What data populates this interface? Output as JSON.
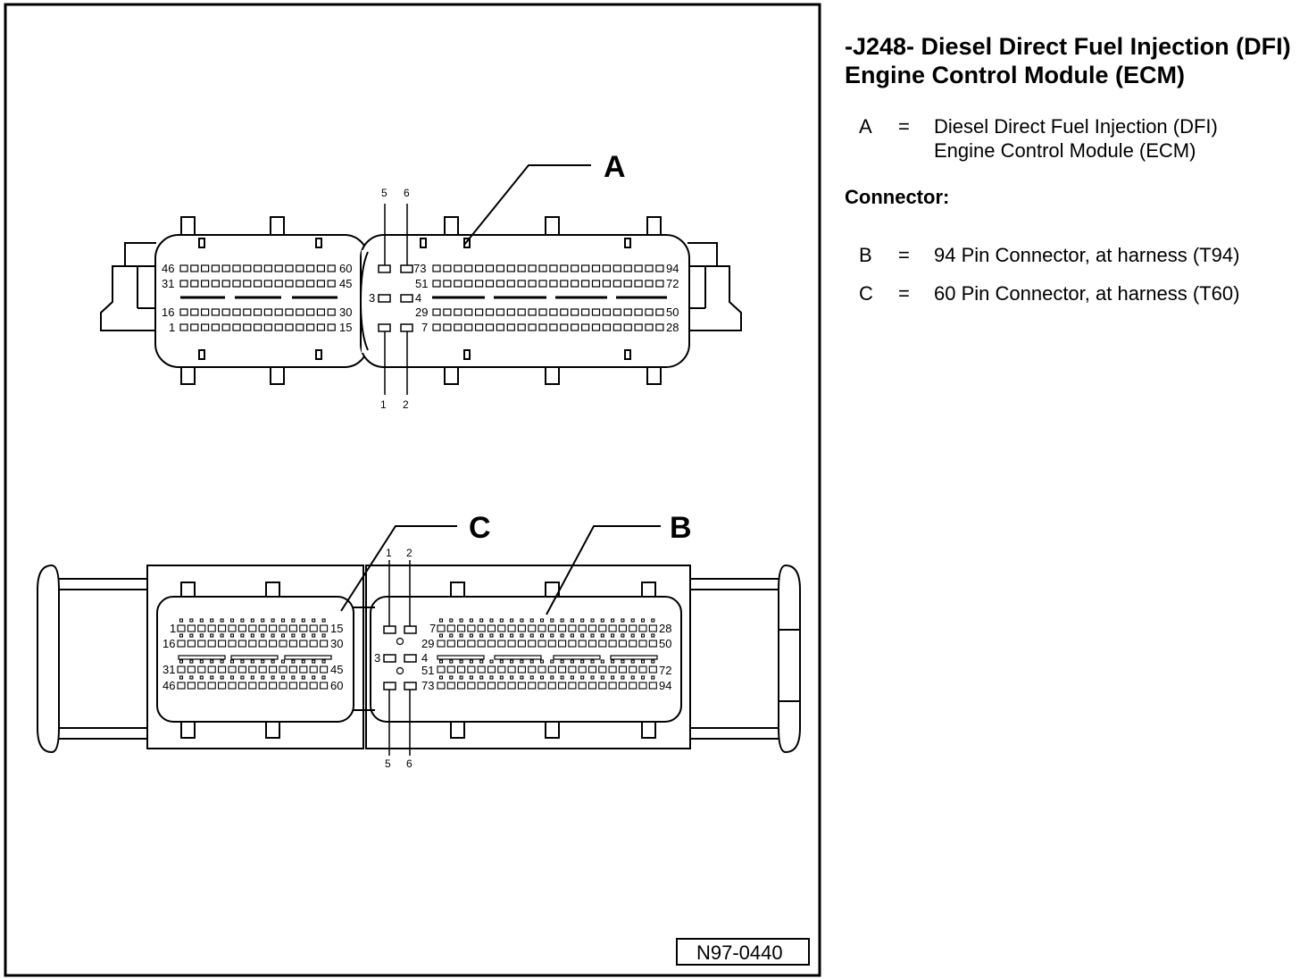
{
  "title": "-J248- Diesel Direct Fuel Injection (DFI) Engine Control Module (ECM)",
  "legend": {
    "a": {
      "key": "A",
      "eq": "=",
      "desc": "Diesel Direct Fuel Injection (DFI) Engine Control Module (ECM)"
    },
    "connector_heading": "Connector:",
    "b": {
      "key": "B",
      "eq": "=",
      "desc": "94 Pin Connector, at harness (T94)"
    },
    "c": {
      "key": "C",
      "eq": "=",
      "desc": "60 Pin Connector, at harness (T60)"
    }
  },
  "figure_id": "N97-0440",
  "callouts": {
    "a": "A",
    "b": "B",
    "c": "C"
  },
  "top": {
    "p5": "5",
    "p6": "6",
    "p1": "1",
    "p2": "2",
    "l46": "46",
    "l60": "60",
    "l31": "31",
    "l45": "45",
    "l16": "16",
    "l30": "30",
    "l1": "1",
    "l15": "15",
    "r73": "73",
    "r94": "94",
    "r51": "51",
    "r72": "72",
    "r3": "3",
    "r4": "4",
    "r29": "29",
    "r50": "50",
    "r7": "7",
    "r28": "28"
  },
  "bottom": {
    "p1": "1",
    "p2": "2",
    "p5": "5",
    "p6": "6",
    "l1": "1",
    "l15": "15",
    "l16": "16",
    "l30": "30",
    "l31": "31",
    "l45": "45",
    "l46": "46",
    "l60": "60",
    "r7": "7",
    "r28": "28",
    "r29": "29",
    "r50": "50",
    "r3": "3",
    "r4": "4",
    "r51": "51",
    "r72": "72",
    "r73": "73",
    "r94": "94"
  }
}
